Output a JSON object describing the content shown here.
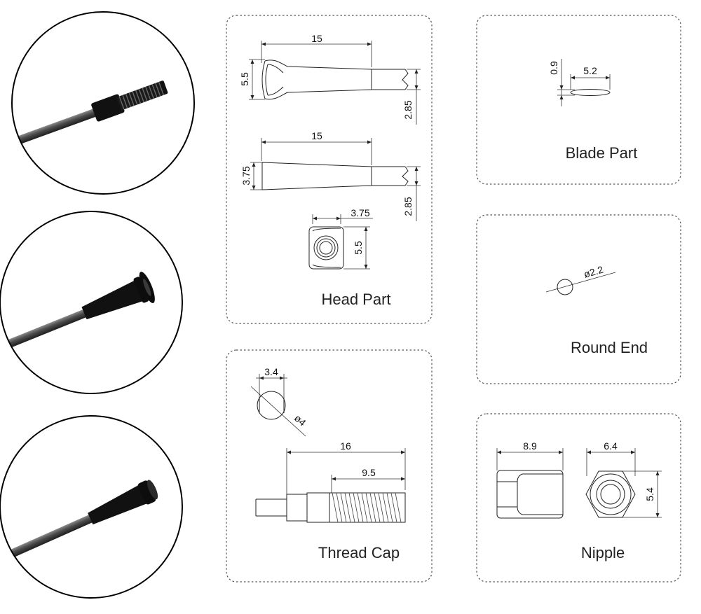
{
  "photos": [
    {
      "name": "threaded-end-spoke-photo"
    },
    {
      "name": "head-end-spoke-photo"
    },
    {
      "name": "capped-end-spoke-photo"
    }
  ],
  "panels": {
    "head_part": {
      "title": "Head Part",
      "top_length": "15",
      "top_height": "5.5",
      "top_shaft": "2.85",
      "mid_length": "15",
      "mid_height": "3.75",
      "mid_shaft": "2.85",
      "end_width": "3.75",
      "end_height": "5.5"
    },
    "thread_cap": {
      "title": "Thread Cap",
      "flat": "3.4",
      "diameter": "ø4",
      "total_length": "16",
      "thread_length": "9.5"
    },
    "blade_part": {
      "title": "Blade Part",
      "thickness": "0.9",
      "width": "5.2"
    },
    "round_end": {
      "title": "Round End",
      "diameter": "ø2.2"
    },
    "nipple": {
      "title": "Nipple",
      "length": "8.9",
      "hex": "6.4",
      "height": "5.4"
    }
  }
}
